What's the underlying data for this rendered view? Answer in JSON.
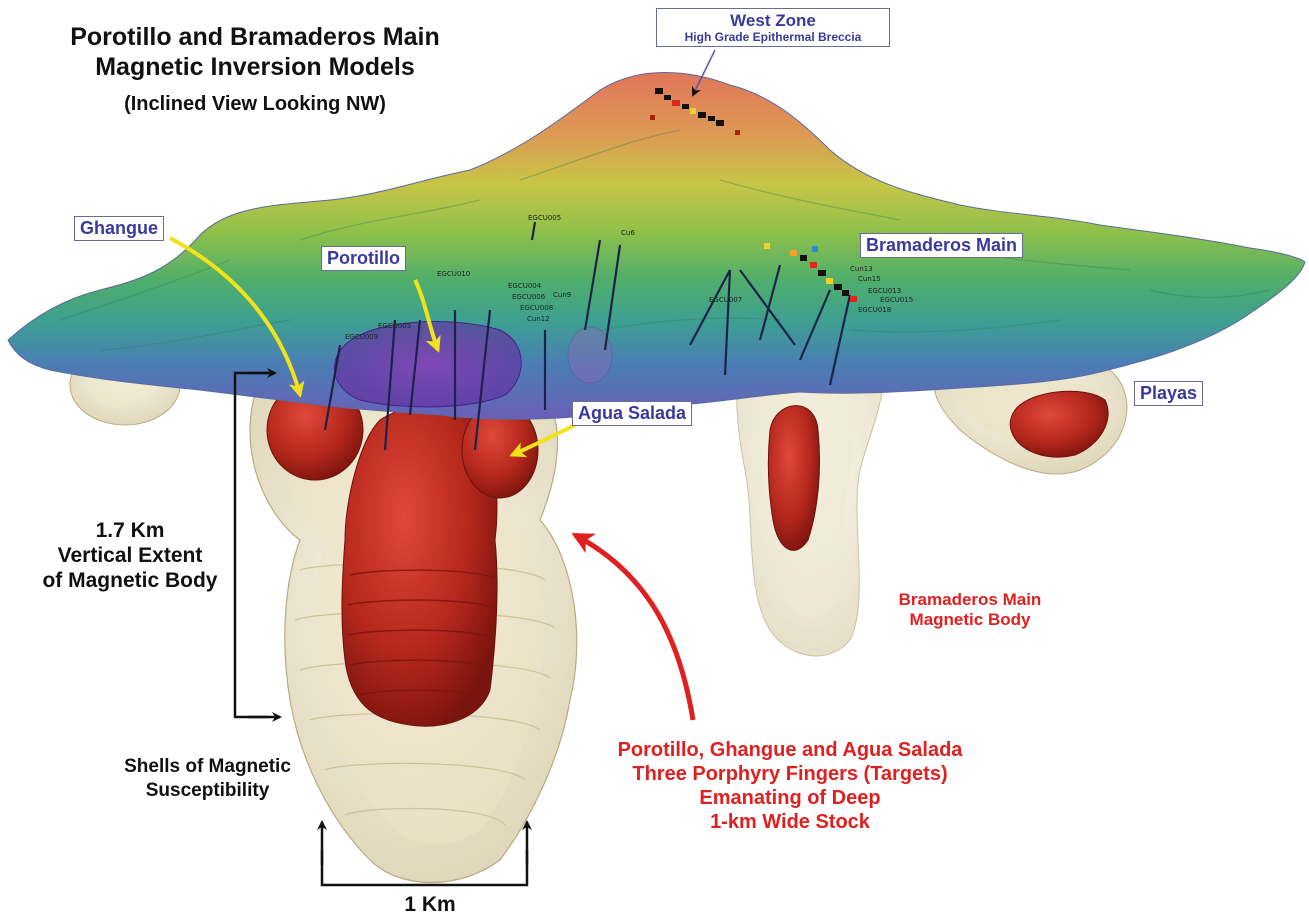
{
  "title": {
    "line1": "Porotillo and Bramaderos Main",
    "line2": "Magnetic Inversion Models"
  },
  "subtitle": "(Inclined View Looking NW)",
  "labels": {
    "west_zone": "West Zone",
    "west_zone_sub": "High Grade Epithermal Breccia",
    "ghangue": "Ghangue",
    "porotillo": "Porotillo",
    "bramaderos_main": "Bramaderos Main",
    "agua_salada": "Agua Salada",
    "playas": "Playas"
  },
  "annotations": {
    "vertical_extent": [
      "1.7 Km",
      "Vertical Extent",
      "of Magnetic Body"
    ],
    "shells": [
      "Shells of Magnetic",
      "Susceptibility"
    ],
    "scale": "1 Km",
    "bram_body": [
      "Bramaderos Main",
      "Magnetic Body"
    ],
    "porphyry": [
      "Porotillo, Ghangue and Agua Salada",
      "Three Porphyry Fingers (Targets)",
      "Emanating of Deep",
      "1-km Wide Stock"
    ]
  },
  "drill_labels": [
    "EGCU005",
    "Cu6",
    "EGCU010",
    "EGCU004",
    "EGCU006",
    "EGCU008",
    "Cun12",
    "EGCU005",
    "EGCU009",
    "Cun9",
    "EGCU007",
    "EGCU013",
    "EGCU015",
    "EGCU018",
    "Cun13",
    "Cun15"
  ],
  "colors": {
    "label_text": "#3a3a9c",
    "annotation_red": "#e02020",
    "arrow_yellow": "#f2e21c",
    "magnetic_body": "#b8281c",
    "shell": "#e9e2c4"
  }
}
